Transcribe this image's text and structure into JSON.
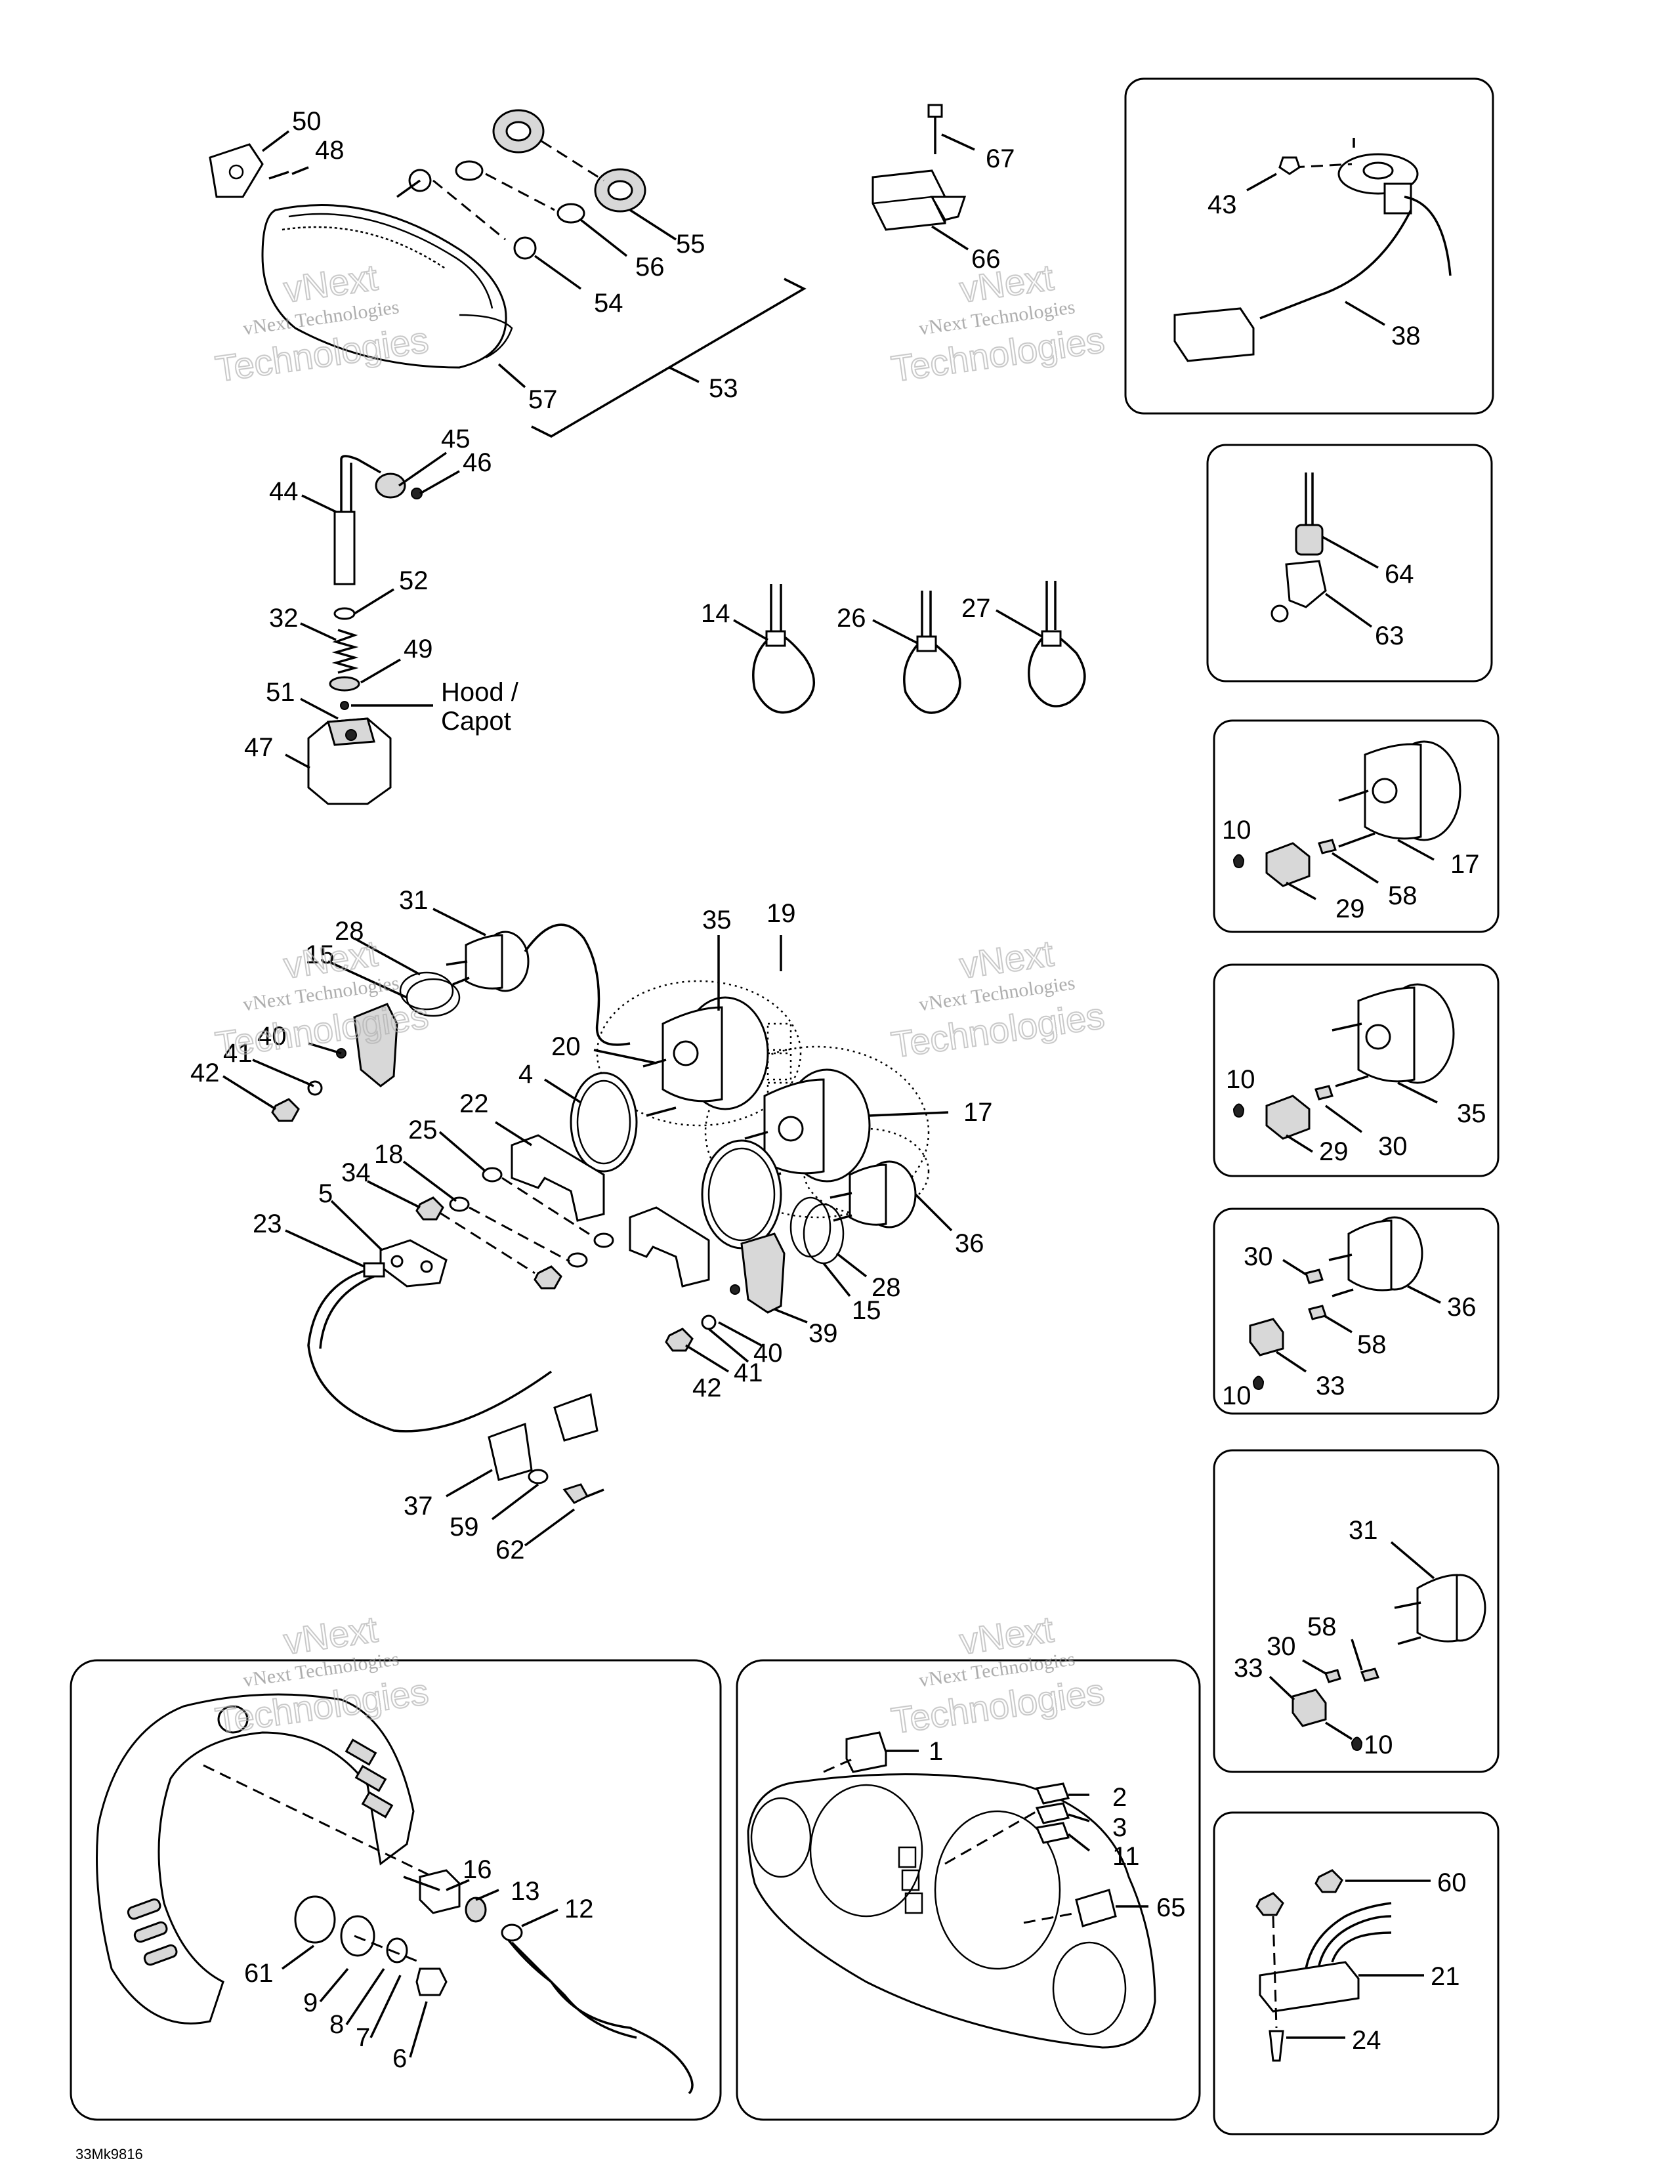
{
  "labels": {
    "l50": "50",
    "l48": "48",
    "l55": "55",
    "l56": "56",
    "l54": "54",
    "l57": "57",
    "l53": "53",
    "l67": "67",
    "l66": "66",
    "l43": "43",
    "l38": "38",
    "l45": "45",
    "l46": "46",
    "l44": "44",
    "l52": "52",
    "l32": "32",
    "l49": "49",
    "l51": "51",
    "l47": "47",
    "hood_line1": "Hood /",
    "hood_line2": "Capot",
    "l14": "14",
    "l26": "26",
    "l27": "27",
    "l64": "64",
    "l63": "63",
    "box3_10": "10",
    "box3_17": "17",
    "box3_29": "29",
    "box3_58": "58",
    "l31": "31",
    "l28a": "28",
    "l15a": "15",
    "l40a": "40",
    "l41a": "41",
    "l42a": "42",
    "l35": "35",
    "l19": "19",
    "l20": "20",
    "l4": "4",
    "l17": "17",
    "l22": "22",
    "l25": "25",
    "l18": "18",
    "l34": "34",
    "l5": "5",
    "l23": "23",
    "l36": "36",
    "l28b": "28",
    "l15b": "15",
    "l39": "39",
    "l40b": "40",
    "l41b": "41",
    "l42b": "42",
    "l37": "37",
    "l59": "59",
    "l62": "62",
    "box4_10": "10",
    "box4_35": "35",
    "box4_29": "29",
    "box4_30": "30",
    "box5_30": "30",
    "box5_36": "36",
    "box5_58": "58",
    "box5_10": "10",
    "box5_33": "33",
    "box6_31": "31",
    "box6_30": "30",
    "box6_58": "58",
    "box6_33": "33",
    "box6_10": "10",
    "box7_60": "60",
    "box7_21": "21",
    "box7_24": "24",
    "l16": "16",
    "l13": "13",
    "l12": "12",
    "l61": "61",
    "l9": "9",
    "l8": "8",
    "l7": "7",
    "l6": "6",
    "l1": "1",
    "l2": "2",
    "l3": "3",
    "l11": "11",
    "l65": "65",
    "code": "33Mk9816"
  },
  "watermark": {
    "line1": "vNext Technologies",
    "line2": "vNext",
    "line3": "Technologies"
  }
}
